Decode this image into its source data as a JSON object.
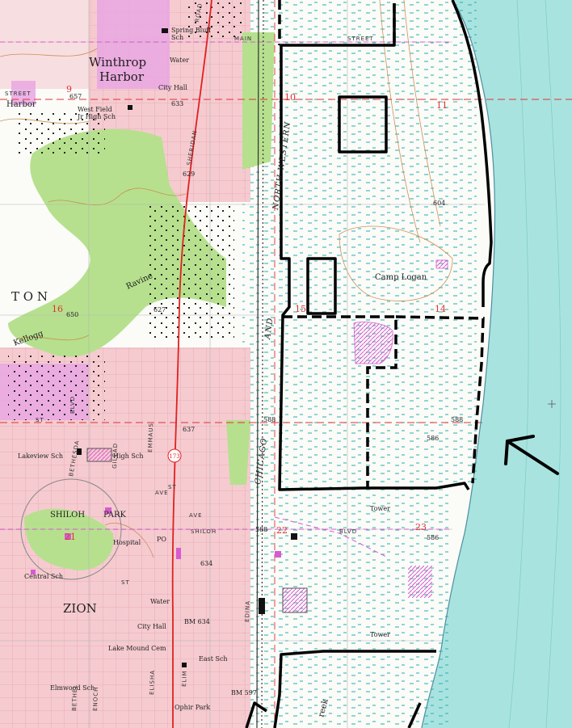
{
  "map": {
    "towns": [
      {
        "id": "winthrop-harbor",
        "lines": [
          "Winthrop",
          "Harbor"
        ]
      },
      {
        "id": "zion",
        "lines": [
          "ZION"
        ]
      },
      {
        "id": "harbor-left",
        "lines": [
          "Harbor"
        ]
      }
    ],
    "places": {
      "camp_logan": "Camp Logan",
      "shiloh": "SHILOH",
      "park": "PARK",
      "ton": "T O N",
      "ravine": "Ravine",
      "kellogg": "Kellogg",
      "creek": "reek"
    },
    "landmarks": {
      "spring_bluff": [
        "Spring Bluff",
        "Sch"
      ],
      "water_top": "Water",
      "city_hall_top": "City Hall",
      "west_field": [
        "West Field",
        "Jr High Sch"
      ],
      "lakeview": "Lakeview Sch",
      "high_sch": "High Sch",
      "hospital": "Hospital",
      "central": "Central Sch",
      "water_zion": "Water",
      "city_hall_zion": "City Hall",
      "bm_634": "BM 634",
      "lake_mound": "Lake Mound Cem",
      "east_sch": "East Sch",
      "elmwood": "Elmwood Sch",
      "ophir": "Ophir Park",
      "bm_597": "BM 597",
      "tower_1": "Tower",
      "tower_2": "Tower",
      "po": "PO"
    },
    "streets": {
      "main": "MAIN",
      "street_top_right": "STREET",
      "street_left": "STREET",
      "sheridan": "SHERIDAN",
      "shiloh_blvd": "SHILOH",
      "blvd_right": "BLVD",
      "ave_1": "AVE",
      "ave_2": "AVE",
      "st_1": "ST",
      "st_2": "ST",
      "st_3": "ST",
      "blvd_left": "BLVD",
      "bethesda": "BETHESDA",
      "emmaus": "EMMAUS",
      "gilead": "GILEAD",
      "enoch": "ENOCH",
      "elim": "ELIM",
      "elisha": "ELISHA",
      "bethel": "BETHEL",
      "edina": "EDINA",
      "road": "ROAD"
    },
    "railroads": {
      "north_western": "NORTH WESTERN",
      "chicago": "CHICAGO",
      "and": "AND"
    },
    "sections": [
      "9",
      "10",
      "11",
      "16",
      "15",
      "14",
      "21",
      "22",
      "23"
    ],
    "elevations": [
      "657",
      "633",
      "629",
      "650",
      "627",
      "637",
      "588",
      "604",
      "588",
      "586",
      "588",
      "586",
      "634"
    ],
    "route_shield": "173",
    "annotation": "arrow pointing to shoreline",
    "colors": {
      "lake": "#a9e3df",
      "urban": "#f4c6cc",
      "woodland": "#b6e08e",
      "contour": "#c8884a",
      "marsh": "#2fb3b5",
      "boundary": "#000000",
      "section_line": "#e03333",
      "purple": "#d85ad0",
      "highway": "#e02020"
    }
  }
}
